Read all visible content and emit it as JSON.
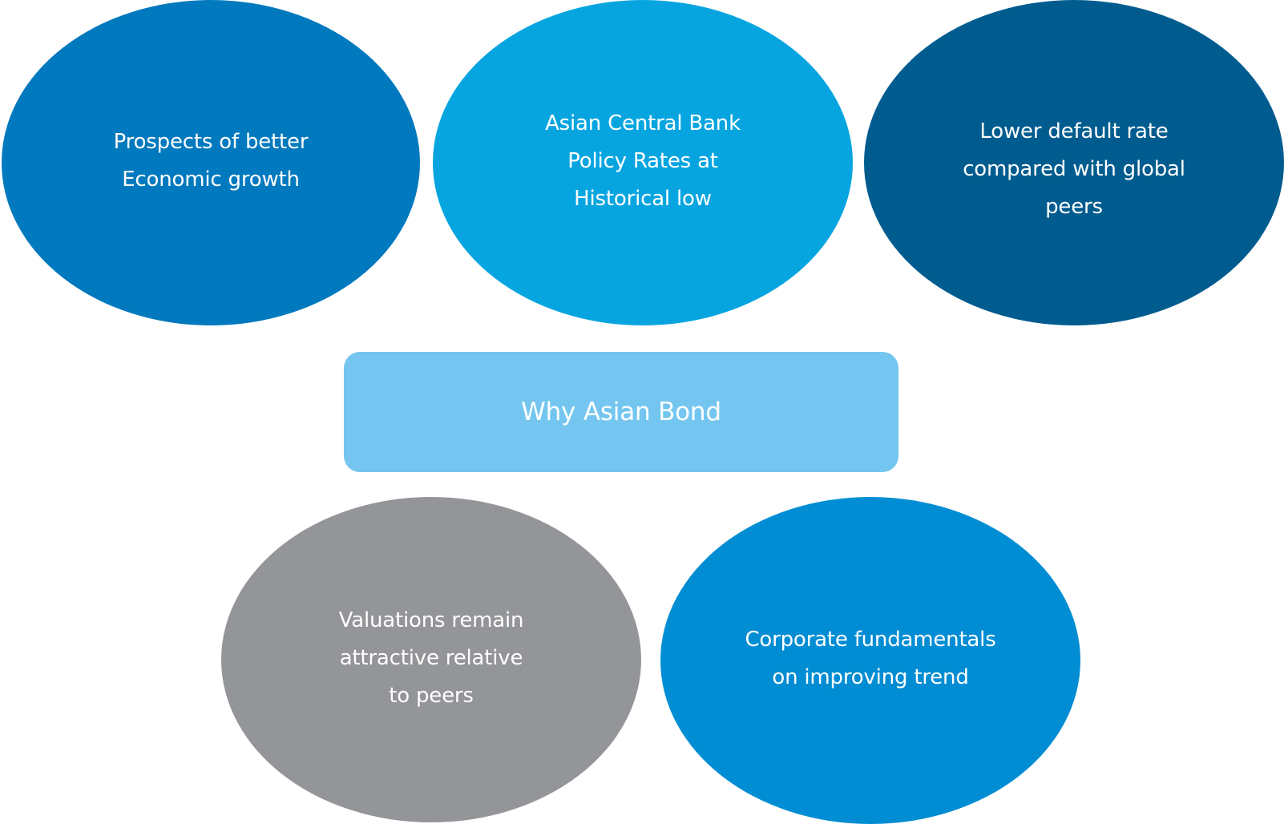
{
  "diagram": {
    "center": {
      "label": "Why Asian Bond",
      "color": "#74C6F0"
    },
    "nodes": [
      {
        "text": "Prospects of better\nEconomic growth",
        "color": "#0079BE"
      },
      {
        "text": "Asian Central Bank\nPolicy Rates at\nHistorical low",
        "color": "#07A5E0"
      },
      {
        "text": "Lower default rate\ncompared with global\npeers",
        "color": "#005C8F"
      },
      {
        "text": "Valuations remain\nattractive relative\nto peers",
        "color": "#939598"
      },
      {
        "text": "Corporate fundamentals\non improving trend",
        "color": "#008DD3"
      }
    ]
  }
}
